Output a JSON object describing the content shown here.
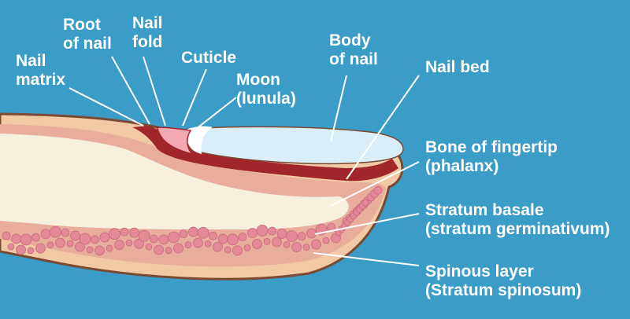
{
  "colors": {
    "background": "#3a9cc7",
    "skin_outline": "#7a4a34",
    "skin_fill": "#f1c9a5",
    "dermis_fill": "#e9ad9c",
    "bone_fill": "#f6f0dc",
    "nail_bed": "#a0262c",
    "nail_plate": "#d9eef8",
    "lunula": "#ffffff",
    "cuticle": "#f4a9b0",
    "cells": "#e48a97",
    "leader_lines": "#ffffff",
    "label_text": "#ffffff"
  },
  "labels": {
    "nail_matrix": [
      "Nail",
      "matrix"
    ],
    "root_of_nail": [
      "Root",
      "of nail"
    ],
    "nail_fold": [
      "Nail",
      "fold"
    ],
    "cuticle": [
      "Cuticle"
    ],
    "moon": [
      "Moon",
      "(lunula)"
    ],
    "body_of_nail": [
      "Body",
      "of nail"
    ],
    "nail_bed": [
      "Nail bed"
    ],
    "bone_of_fingertip": [
      "Bone of fingertip",
      "(phalanx)"
    ],
    "stratum_basale": [
      "Stratum basale",
      "(stratum germinativum)"
    ],
    "spinous_layer": [
      "Spinous layer",
      "(Stratum spinosum)"
    ]
  }
}
